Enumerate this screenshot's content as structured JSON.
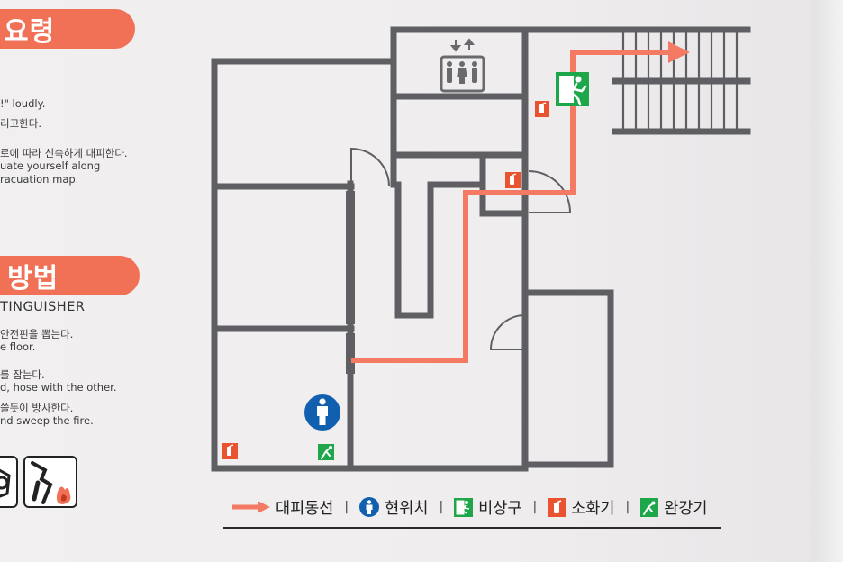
{
  "left_panel": {
    "header1": "요령",
    "lines1": [
      "!\" loudly.",
      "리고한다.",
      "로에 따라 신속하게 대피한다.",
      "uate yourself along",
      "racuation map."
    ],
    "header2": "방법",
    "section_title": "TINGUISHER",
    "lines2": [
      "안전핀을 뽑는다.",
      "e floor.",
      "를 잡는다.",
      "d, hose with the other.",
      "쓸듯이 방사한다.",
      "nd sweep the fire."
    ]
  },
  "legend": {
    "route": "대피동선",
    "location": "현위치",
    "exit": "비상구",
    "extinguisher": "소화기",
    "descender": "완강기",
    "separator": "|"
  },
  "colors": {
    "accent": "#f07156",
    "wall": "#5f5e63",
    "route": "#f47a63",
    "exit_green": "#1ea64a",
    "location_blue": "#1160b0",
    "extinguisher_red": "#e9532f"
  },
  "icons": {
    "elevator": "elevator-icon",
    "location": "person-location-icon",
    "exit": "emergency-exit-icon",
    "extinguisher": "fire-extinguisher-icon",
    "descender": "slow-descender-icon"
  }
}
